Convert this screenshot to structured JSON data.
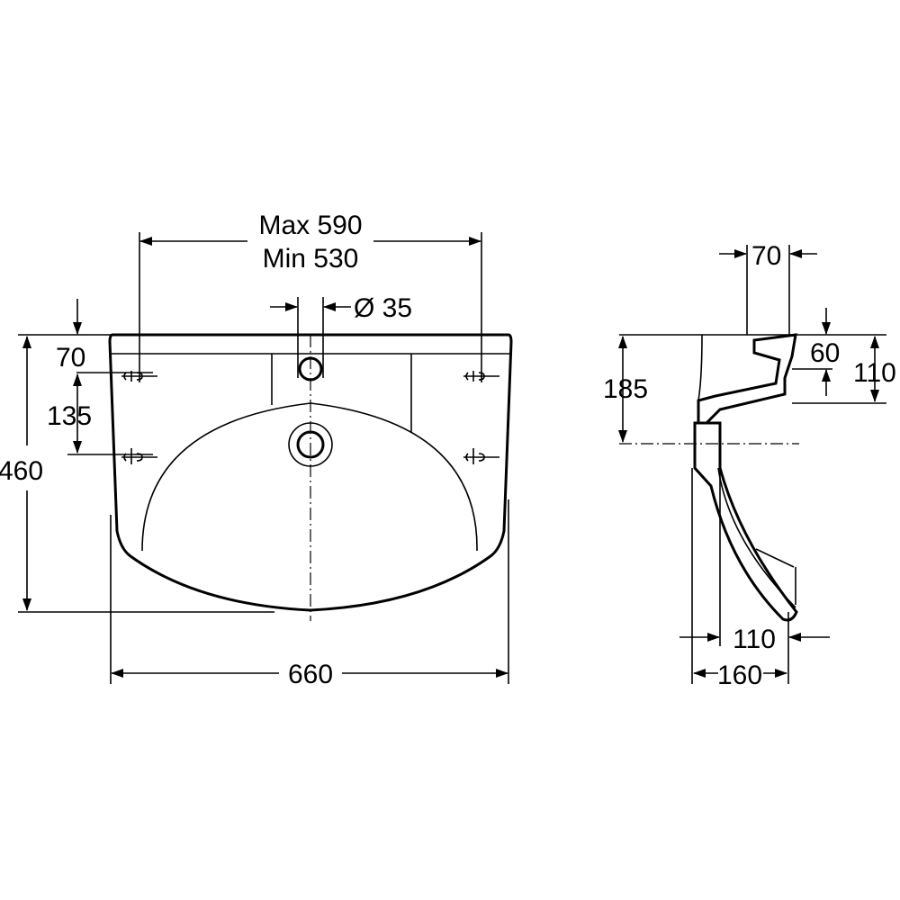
{
  "front_view": {
    "dim_width": "660",
    "dim_height": "460",
    "dim_fix_max": "Max 590",
    "dim_fix_min": "Min 530",
    "dim_tap_hole": "Ø 35",
    "dim_top_offset": "70",
    "dim_bolt_spacing": "135"
  },
  "side_view": {
    "dim_depth_70": "70",
    "dim_tap_60": "60",
    "dim_tap_110": "110",
    "dim_height_185": "185",
    "dim_bottom_110": "110",
    "dim_bottom_160": "160"
  }
}
